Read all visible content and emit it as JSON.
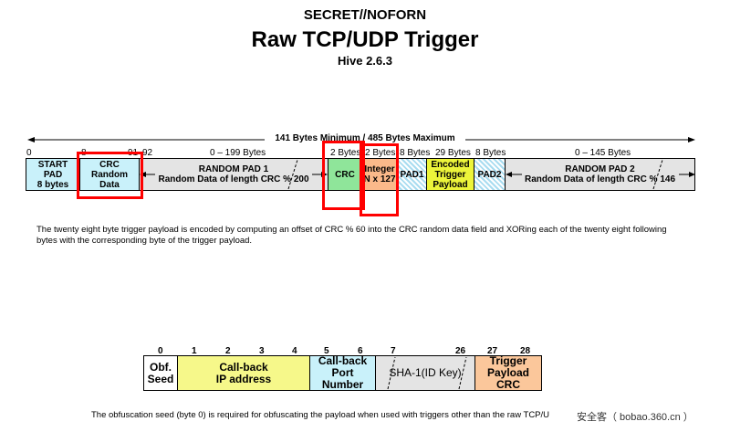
{
  "header": {
    "classification": "SECRET//NOFORN",
    "title": "Raw TCP/UDP Trigger",
    "subtitle": "Hive 2.6.3"
  },
  "top_diagram": {
    "span_label": "141 Bytes Minimum / 485 Bytes Maximum",
    "offsets": {
      "o0": "0",
      "o8": "8",
      "o91": "91",
      "o92": "92"
    },
    "sizes": {
      "pad1_range": "0 – 199 Bytes",
      "crc": "2 Bytes",
      "integer": "2 Bytes",
      "pad1": "8 Bytes",
      "payload": "29 Bytes",
      "pad2": "8 Bytes",
      "pad2_range": "0 – 145 Bytes"
    },
    "fields": {
      "start_pad": "START\nPAD\n8 bytes",
      "crc_random": "CRC\nRandom\nData",
      "random_pad1": "RANDOM PAD 1\nRandom Data of length CRC % 200",
      "crc": "CRC",
      "integer": "Integer\nN x 127",
      "pad1": "PAD1",
      "encoded": "Encoded\nTrigger\nPayload",
      "pad2": "PAD2",
      "random_pad2": "RANDOM PAD 2\nRandom Data of length CRC % 146"
    },
    "colors": {
      "start_pad": "#c9f1fa",
      "crc_random": "#c9f1fa",
      "random_pad": "#e4e4e4",
      "crc": "#8fe59a",
      "integer": "#fbb98a",
      "encoded": "#ecf43a",
      "highlight": "#ff0000"
    }
  },
  "description": "The twenty eight byte trigger payload is encoded by computing an offset of CRC % 60 into the CRC random data field and XORing each of the twenty eight following bytes with the corresponding byte of the trigger payload.",
  "bottom_diagram": {
    "offsets": {
      "b0": "0",
      "b1": "1",
      "b2": "2",
      "b3": "3",
      "b4": "4",
      "b5": "5",
      "b6": "6",
      "b7": "7",
      "b26": "26",
      "b27": "27",
      "b28": "28"
    },
    "fields": {
      "obf_seed": "Obf.\nSeed",
      "callback_ip": "Call-back\nIP address",
      "callback_port": "Call-back\nPort Number",
      "sha1": "SHA-1(ID Key)",
      "trigger_crc": "Trigger\nPayload CRC"
    },
    "colors": {
      "ip": "#f6f88a",
      "port": "#c9f1fa",
      "sha1": "#e4e4e4",
      "crc": "#fbc79b"
    }
  },
  "footer": "The obfuscation seed (byte 0) is required for obfuscating the payload when used with triggers other than the raw TCP/U",
  "watermark": "安全客（ bobao.360.cn ）"
}
